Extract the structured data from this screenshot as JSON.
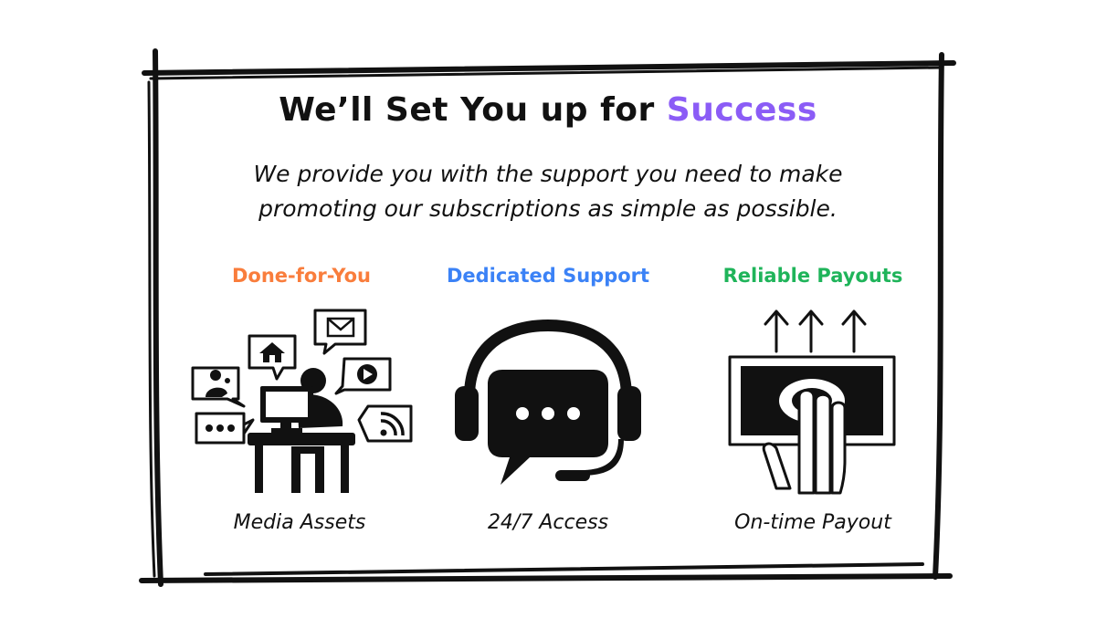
{
  "headline": {
    "prefix": "We’ll Set You up for ",
    "accent": "Success"
  },
  "subtitle": {
    "line1": "We provide you with the support you need to make",
    "line2": "promoting our subscriptions as simple as possible."
  },
  "features": [
    {
      "title": "Done-for-You",
      "caption": "Media Assets",
      "icon": "media-assets-icon",
      "color": "#f97d3c"
    },
    {
      "title": "Dedicated Support",
      "caption": "24/7 Access",
      "icon": "headset-icon",
      "color": "#3b82f6"
    },
    {
      "title": "Reliable Payouts",
      "caption": "On-time Payout",
      "icon": "money-payout-icon",
      "color": "#1fb45a"
    }
  ],
  "colors": {
    "accent": "#8b5cf6",
    "ink": "#111111"
  }
}
